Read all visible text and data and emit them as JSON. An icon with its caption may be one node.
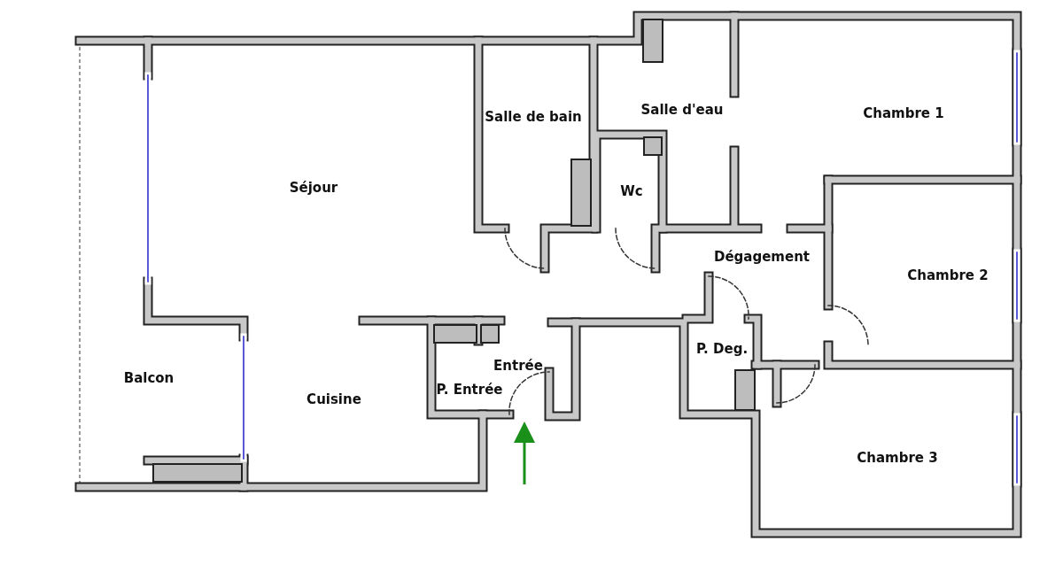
{
  "diagram": {
    "labels": [
      "Salle de bain",
      "Salle d'eau",
      "Chambre 1",
      "Séjour",
      "Wc",
      "Chambre 2",
      "Dégagement",
      "P. Deg.",
      "Entrée",
      "Balcon",
      "Cuisine",
      "P. Entrée",
      "Chambre 3"
    ]
  }
}
